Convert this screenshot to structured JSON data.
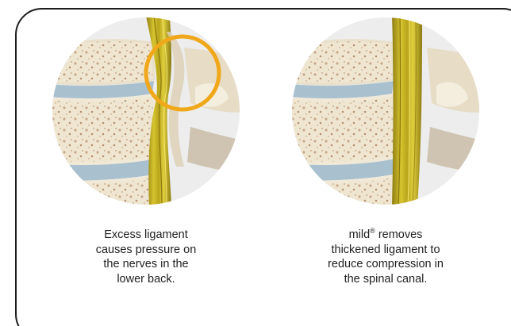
{
  "panels": [
    {
      "id": "before",
      "caption": "Excess ligament causes pressure on the nerves in the lower back.",
      "caption_lines": [
        "Excess ligament",
        "causes pressure on",
        "the nerves in the",
        "lower back."
      ],
      "highlight": true,
      "ligament_state": "thickened"
    },
    {
      "id": "after",
      "caption_lines": [
        "mild",
        "removes",
        "thickened ligament to",
        "reduce compression in",
        "the spinal canal."
      ],
      "brand": "mild",
      "brand_mark": "®",
      "highlight": false,
      "ligament_state": "removed"
    }
  ],
  "colors": {
    "highlight_ring": "#f0a81a",
    "nerve": "#c7b21f",
    "bone": "#ece3cf",
    "disc": "#a9c1cf",
    "background_disc": "#ededee",
    "border": "#1c1c1c"
  },
  "icons": {
    "illustration": "spine-cross-section-illustration",
    "highlight": "highlight-circle-icon"
  }
}
